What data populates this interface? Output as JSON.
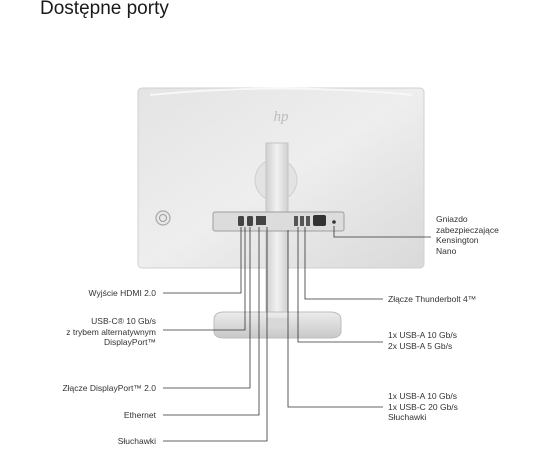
{
  "title": "Dostępne porty",
  "brand": "hp",
  "labels": {
    "hdmi": "Wyjście HDMI 2.0",
    "usbc_alt": "USB-C® 10 Gb/s\nz trybem alternatywnym\nDisplayPort™",
    "displayport": "Złącze DisplayPort™ 2.0",
    "ethernet": "Ethernet",
    "headphones_left": "Słuchawki",
    "kensington": "Gniazdo\nzabezpieczające\nKensington\nNano",
    "thunderbolt": "Złącze Thunderbolt 4™",
    "usba_group": "1x USB-A 10 Gb/s\n2x USB-A 5 Gb/s",
    "side_group": "1x USB-A 10 Gb/s\n1x USB-C 20 Gb/s\nSłuchawki"
  }
}
